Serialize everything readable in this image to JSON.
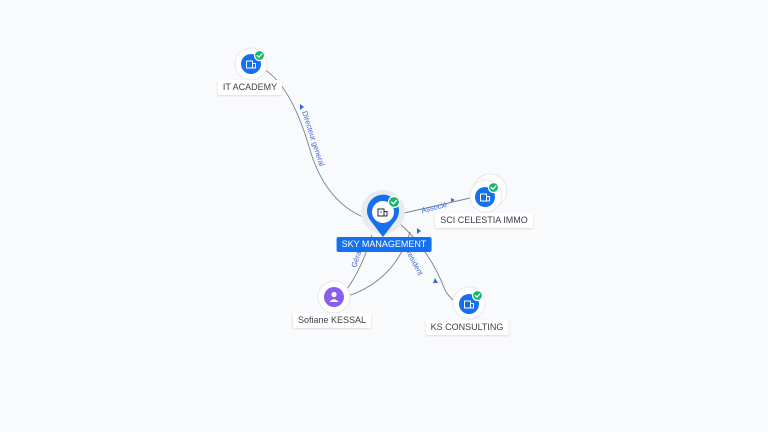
{
  "nodes": {
    "main": {
      "label": "SKY MANAGEMENT",
      "icon": "building-icon"
    },
    "it_academy": {
      "label": "IT ACADEMY",
      "icon": "building-icon"
    },
    "sci_celestia": {
      "label": "SCI CELESTIA IMMO",
      "icon": "building-icon"
    },
    "ks_consulting": {
      "label": "KS CONSULTING",
      "icon": "building-icon"
    },
    "person": {
      "label": "Sofiane KESSAL",
      "icon": "person-icon"
    }
  },
  "edges": {
    "it_academy": "Directeur general",
    "sci_celestia": "Associé",
    "ks_consulting": "President",
    "person": "Gérant"
  },
  "colors": {
    "accent": "#1570ef",
    "verified": "#12b76a",
    "person": "#8a5cf0",
    "edge_label": "#3a66d9"
  }
}
